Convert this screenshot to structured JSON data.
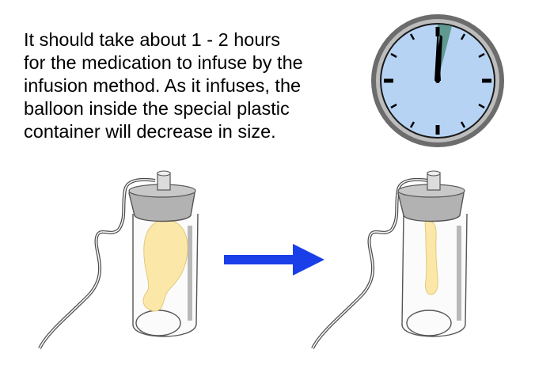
{
  "caption": {
    "lines": [
      "It should take about 1 - 2 hours",
      "for the medication to infuse by the",
      "infusion method. As it infuses, the",
      "balloon inside the special plastic",
      "container will decrease in size."
    ]
  },
  "clock": {
    "icon": "clock-icon",
    "face_color": "#b7d3f3",
    "elapsed_wedge_color": "#5f9990"
  },
  "illustration": {
    "before": {
      "icon": "infusion-bottle-full-balloon",
      "balloon_color": "#fbe8a9"
    },
    "arrow": {
      "icon": "right-arrow-icon",
      "color": "#1a3fe8"
    },
    "after": {
      "icon": "infusion-bottle-empty-balloon",
      "balloon_color": "#fbe8a9"
    }
  }
}
